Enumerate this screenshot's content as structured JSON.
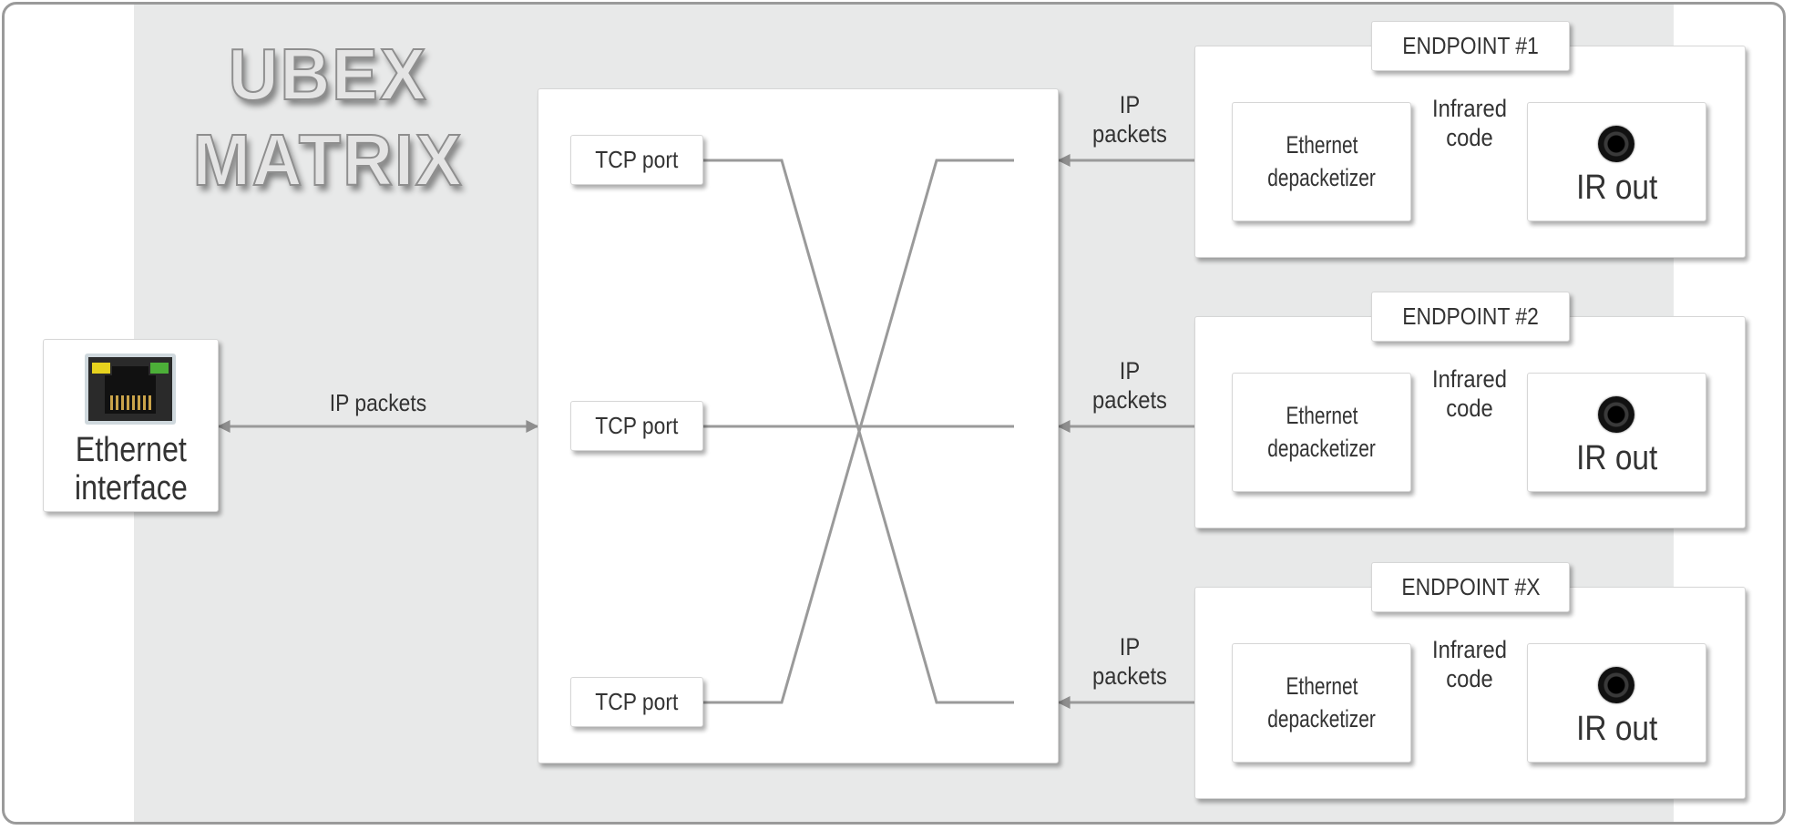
{
  "logo": {
    "line1": "UBEX",
    "line2": "MATRIX"
  },
  "ethernet_interface": {
    "label_line1": "Ethernet",
    "label_line2": "interface",
    "icon": "rj45-port-icon"
  },
  "link_label": "IP packets",
  "tcp_ports": [
    "TCP port",
    "TCP port",
    "TCP port"
  ],
  "endpoints": [
    {
      "title": "ENDPOINT #1",
      "ip_label_1": "IP",
      "ip_label_2": "packets",
      "depacketizer_1": "Ethernet",
      "depacketizer_2": "depacketizer",
      "ir_label_1": "Infrared",
      "ir_label_2": "code",
      "output": "IR out"
    },
    {
      "title": "ENDPOINT #2",
      "ip_label_1": "IP",
      "ip_label_2": "packets",
      "depacketizer_1": "Ethernet",
      "depacketizer_2": "depacketizer",
      "ir_label_1": "Infrared",
      "ir_label_2": "code",
      "output": "IR out"
    },
    {
      "title": "ENDPOINT #X",
      "ip_label_1": "IP",
      "ip_label_2": "packets",
      "depacketizer_1": "Ethernet",
      "depacketizer_2": "depacketizer",
      "ir_label_1": "Infrared",
      "ir_label_2": "code",
      "output": "IR out"
    }
  ],
  "colors": {
    "line": "#9a9a9a",
    "band": "#e8e9e9",
    "led_left": "#e6d21e",
    "led_right": "#4caf38"
  }
}
